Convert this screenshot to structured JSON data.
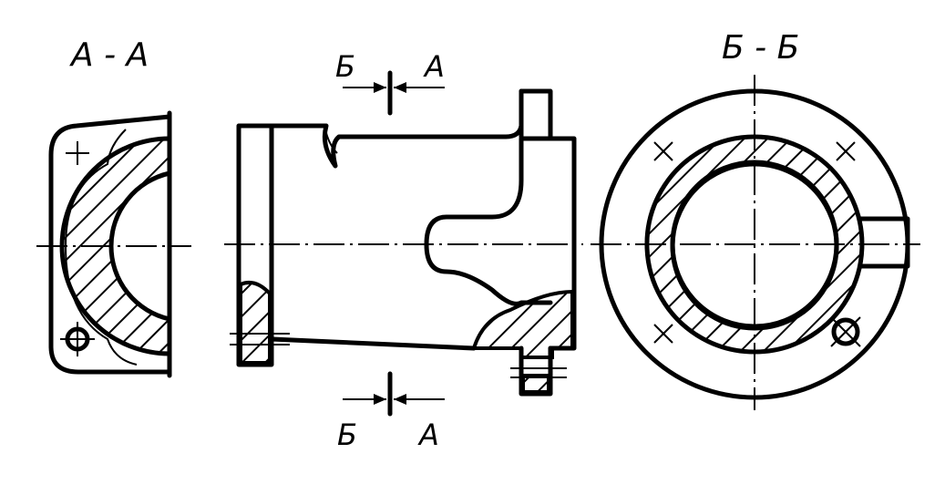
{
  "labels": {
    "section_a": "А - А",
    "section_b": "Б - Б",
    "cut_top_left": "Б",
    "cut_top_right": "А",
    "cut_bottom_left": "Б",
    "cut_bottom_right": "А"
  },
  "colors": {
    "ink": "#000000",
    "paper": "#ffffff"
  }
}
